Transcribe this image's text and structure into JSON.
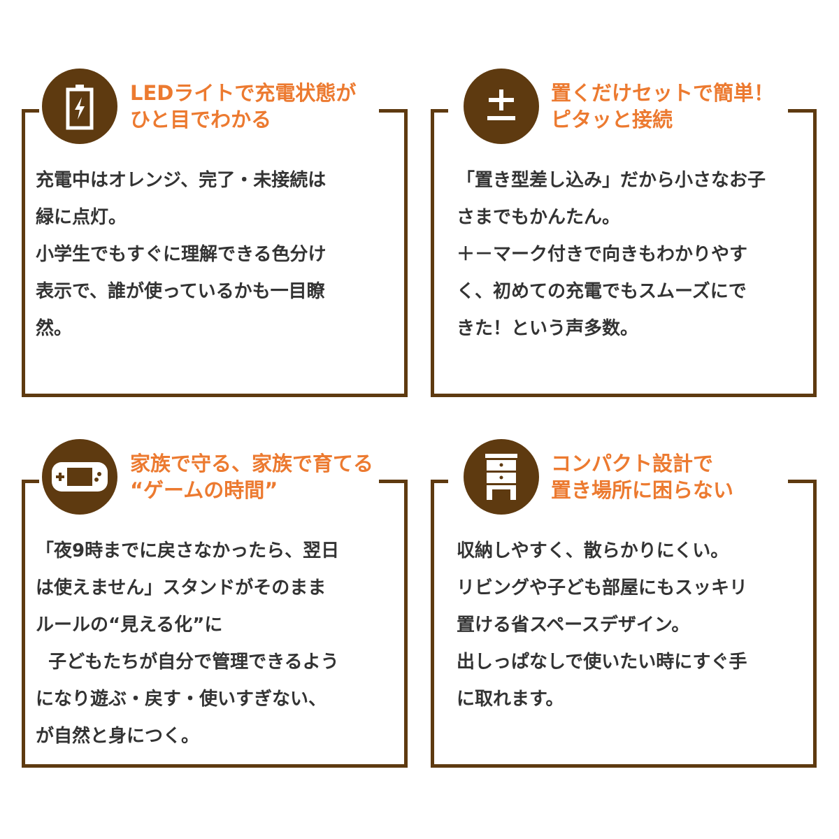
{
  "colors": {
    "brown": "#5e3a10",
    "orange": "#ec7a30"
  },
  "panels": [
    {
      "icon": "battery-charging-icon",
      "title": [
        "LEDライトで充電状態が",
        "ひと目でわかる"
      ],
      "body": [
        "充電中はオレンジ、完了・未接続は",
        "緑に点灯。",
        "小学生でもすぐに理解できる色分け",
        "表示で、誰が使っているかも一目瞭",
        "然。"
      ]
    },
    {
      "icon": "plus-minus-icon",
      "title": [
        "置くだけセットで簡単！",
        "ピタッと接続"
      ],
      "body": [
        "「置き型差し込み」だから小さなお子",
        "さまでもかんたん。",
        "＋－マーク付きで向きもわかりやす",
        "く、初めての充電でもスムーズにで",
        "きた！という声多数。"
      ]
    },
    {
      "icon": "handheld-game-icon",
      "title": [
        "家族で守る、家族で育てる",
        "“ゲームの時間”"
      ],
      "body": [
        "「夜9時までに戻さなかったら、翌日",
        "は使えません」スタンドがそのまま",
        "ルールの“見える化”に",
        "  子どもたちが自分で管理できるよう",
        "になり遊ぶ・戻す・使いすぎない、",
        "が自然と身につく。"
      ]
    },
    {
      "icon": "drawer-cabinet-icon",
      "title": [
        "コンパクト設計で",
        "置き場所に困らない"
      ],
      "body": [
        "収納しやすく、散らかりにくい。",
        "リビングや子ども部屋にもスッキリ",
        "置ける省スペースデザイン。",
        "出しっぱなしで使いたい時にすぐ手",
        "に取れます。"
      ]
    }
  ]
}
